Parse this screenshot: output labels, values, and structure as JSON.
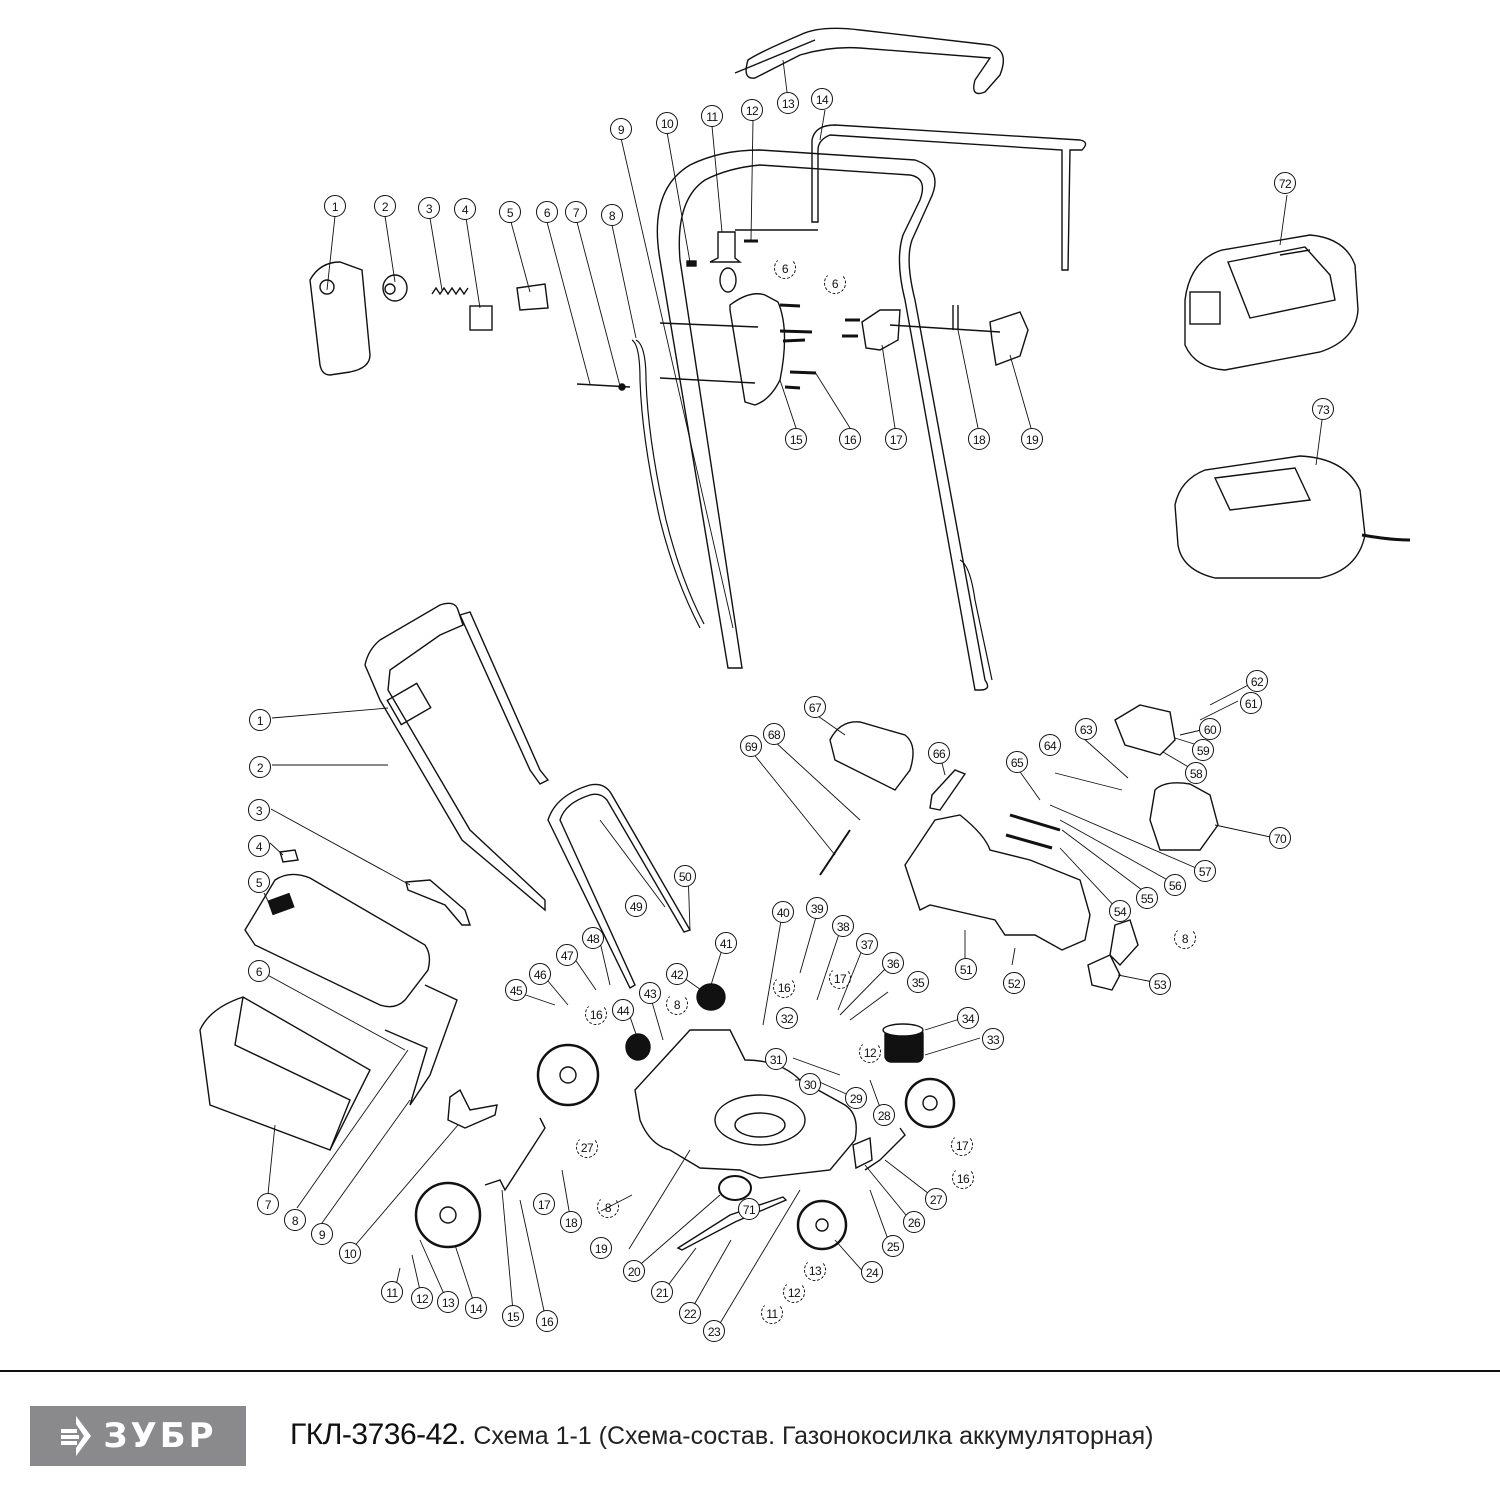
{
  "diagram": {
    "type": "exploded-parts-diagram",
    "upper_assembly": {
      "name": "handle-assembly",
      "callouts": [
        "1",
        "2",
        "3",
        "4",
        "5",
        "6",
        "7",
        "8",
        "9",
        "10",
        "11",
        "12",
        "13",
        "14",
        "15",
        "16",
        "17",
        "18",
        "19",
        "6",
        "6"
      ]
    },
    "accessories": {
      "callouts": [
        "72",
        "73"
      ],
      "items": [
        {
          "id": "72",
          "part": "battery-pack"
        },
        {
          "id": "73",
          "part": "charger"
        }
      ]
    },
    "lower_assembly": {
      "name": "mower-body-assembly",
      "callouts": [
        "1",
        "2",
        "3",
        "4",
        "5",
        "6",
        "7",
        "8",
        "9",
        "10",
        "11",
        "12",
        "13",
        "14",
        "15",
        "16",
        "17",
        "18",
        "19",
        "20",
        "21",
        "22",
        "23",
        "24",
        "25",
        "26",
        "27",
        "28",
        "29",
        "30",
        "31",
        "32",
        "33",
        "34",
        "35",
        "36",
        "37",
        "38",
        "39",
        "40",
        "41",
        "42",
        "43",
        "44",
        "45",
        "46",
        "47",
        "48",
        "49",
        "50",
        "51",
        "52",
        "53",
        "54",
        "55",
        "56",
        "57",
        "58",
        "59",
        "60",
        "61",
        "62",
        "63",
        "64",
        "65",
        "66",
        "67",
        "68",
        "69",
        "70",
        "71"
      ],
      "repeated_dashed_callouts": [
        "8",
        "8",
        "8",
        "16",
        "16",
        "16",
        "17",
        "17",
        "12",
        "11",
        "12",
        "13",
        "27",
        "27"
      ]
    }
  },
  "footer": {
    "brand": "ЗУБР",
    "model": "ГКЛ-3736-42.",
    "description": "Схема 1-1 (Схема-состав. Газонокосилка аккумуляторная)"
  },
  "colors": {
    "line": "#111111",
    "logo_bg": "#8a8a8d",
    "logo_fg": "#ffffff",
    "background": "#ffffff"
  }
}
